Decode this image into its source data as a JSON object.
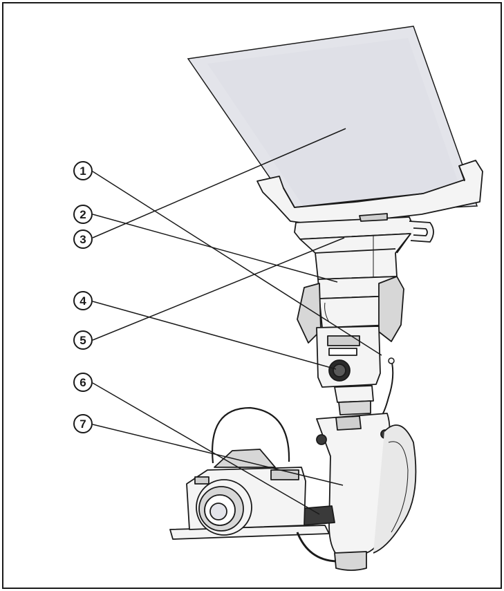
{
  "figure": {
    "callouts": [
      {
        "id": "callout-1",
        "label": "1"
      },
      {
        "id": "callout-2",
        "label": "2"
      },
      {
        "id": "callout-3",
        "label": "3"
      },
      {
        "id": "callout-4",
        "label": "4"
      },
      {
        "id": "callout-5",
        "label": "5"
      },
      {
        "id": "callout-6",
        "label": "6"
      },
      {
        "id": "callout-7",
        "label": "7"
      }
    ]
  },
  "colors": {
    "ink": "#1a1a1a",
    "panel": "#e3e4ea",
    "panel_shadow": "#d3d4dc",
    "body_light": "#f4f4f4",
    "body_shade": "#cfcfcf",
    "page": "#ffffff"
  }
}
